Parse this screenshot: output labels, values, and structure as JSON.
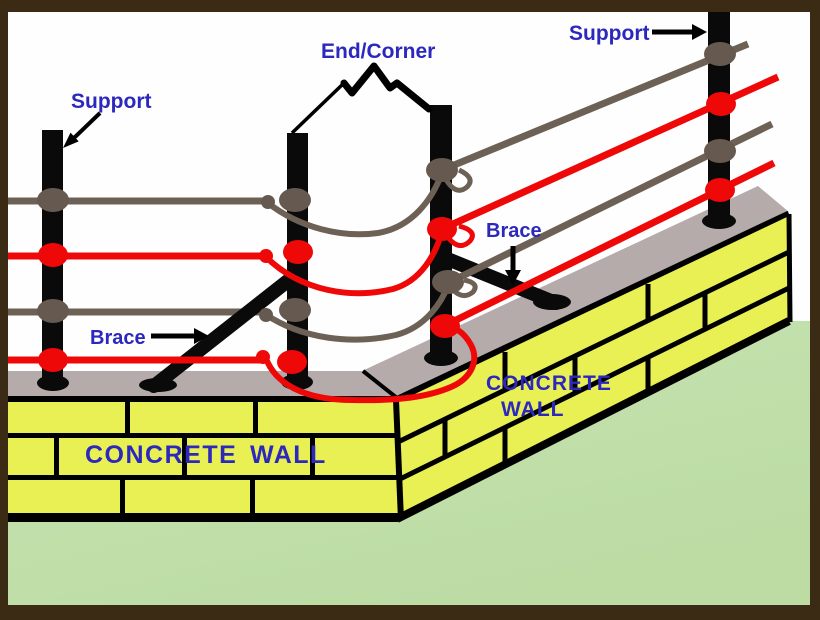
{
  "diagram": {
    "labels": {
      "support_left": "Support",
      "support_right": "Support",
      "end_corner": "End/Corner",
      "brace_front": "Brace",
      "brace_right": "Brace"
    },
    "wall_text": {
      "front_word1": "CONCRETE",
      "front_word2": "WALL",
      "right_line1": "CONCRETE",
      "right_line2": "WALL"
    },
    "components": {
      "posts": [
        "support-left",
        "end-corner-left",
        "end-corner-right",
        "support-right"
      ],
      "wires_top_to_bottom": [
        "gray",
        "red",
        "gray",
        "red"
      ],
      "braces": [
        "front-brace",
        "right-brace"
      ],
      "walls": [
        "front-concrete-wall",
        "right-concrete-wall"
      ]
    },
    "colors": {
      "label_blue": "#2c28bd",
      "live_wire_red": "#ee0808",
      "ground_wire_gray": "#6d6156",
      "insulator_gray": "#665a50",
      "post_black": "#0a0a0a",
      "wall_cap_gray": "#b5abaa",
      "brick_yellow": "#e9f054",
      "mortar_black": "#000000",
      "ground_green": "#bcdca4",
      "ground_green_light": "#c7e3b1",
      "frame_brown": "#3b2b15",
      "background_white": "#fefefe"
    }
  }
}
